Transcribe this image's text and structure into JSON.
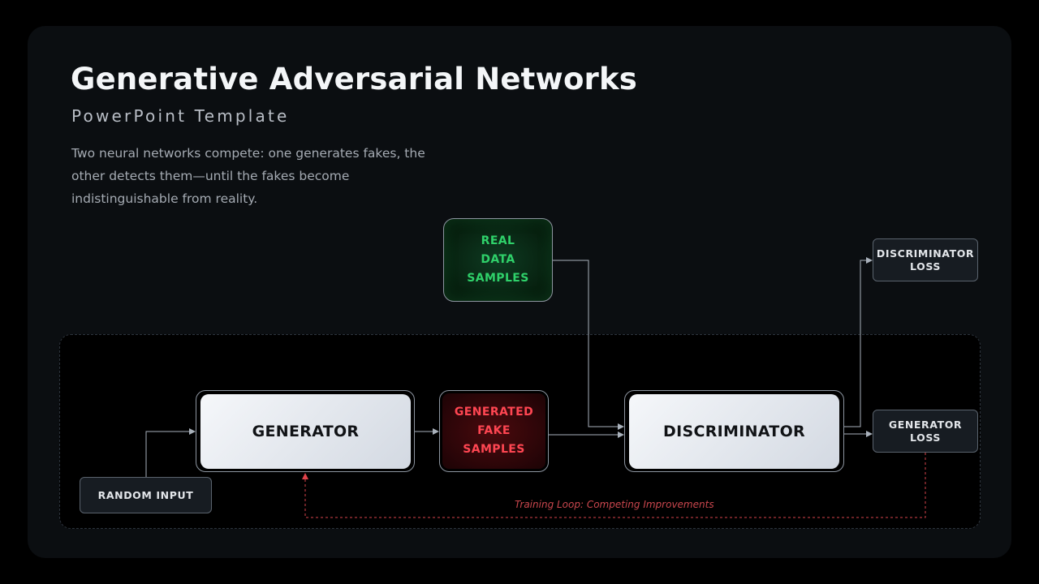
{
  "header": {
    "title": "Generative Adversarial Networks",
    "subtitle": "PowerPoint Template",
    "description": "Two neural networks compete: one generates fakes, the other detects them—until the fakes become indistinguishable from reality."
  },
  "nodes": {
    "random_input": "RANDOM INPUT",
    "generator": "GENERATOR",
    "generated_fake": [
      "GENERATED",
      "FAKE",
      "SAMPLES"
    ],
    "real_data": [
      "REAL",
      "DATA",
      "SAMPLES"
    ],
    "discriminator": "DISCRIMINATOR",
    "discriminator_loss": [
      "DISCRIMINATOR",
      "LOSS"
    ],
    "generator_loss": [
      "GENERATOR",
      "LOSS"
    ]
  },
  "loop_label": "Training Loop: Competing Improvements",
  "colors": {
    "background": "#0b0e11",
    "real_text": "#2fd16a",
    "fake_text": "#ff4652",
    "loop_line": "#d9434b",
    "wire": "#a9b1bb"
  }
}
